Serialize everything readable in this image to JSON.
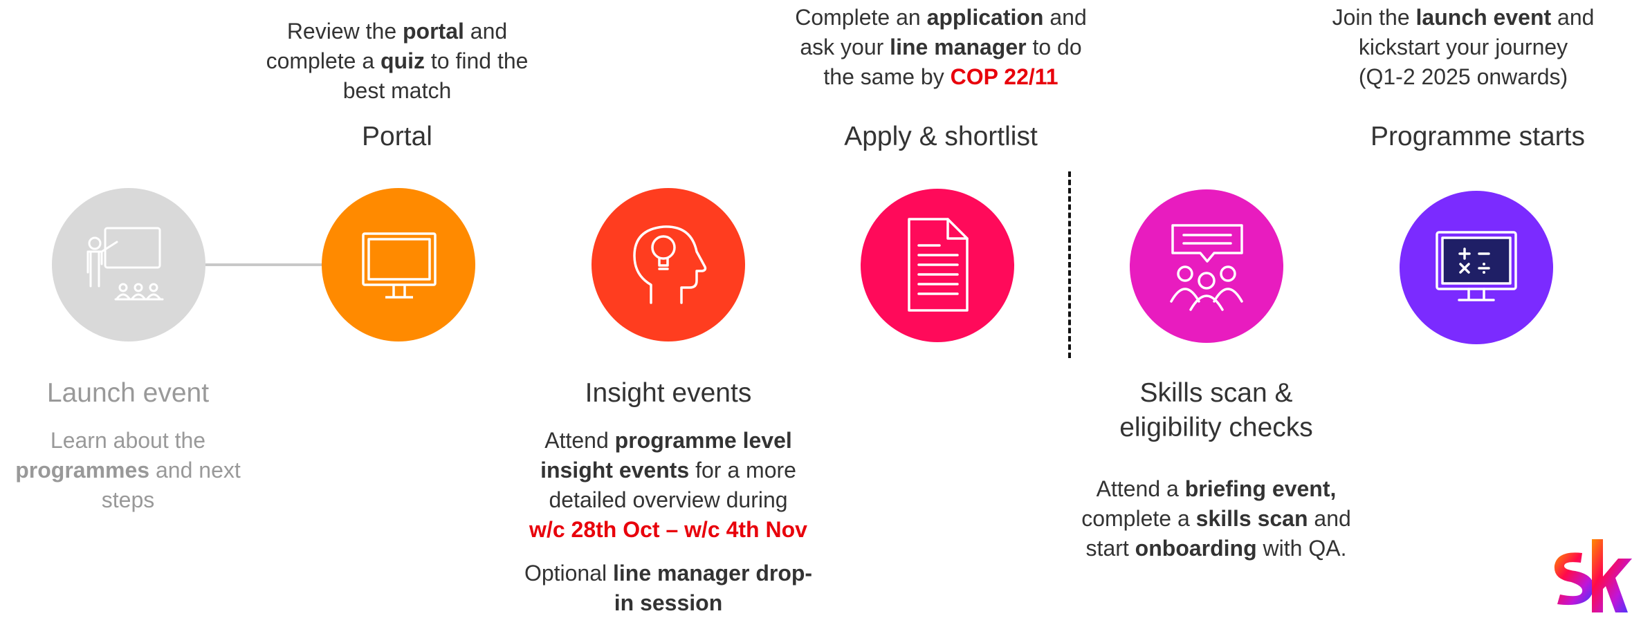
{
  "steps": {
    "launch": {
      "title": "Launch event",
      "desc": [
        "Learn about the",
        [
          "programmes",
          " and next"
        ],
        "steps"
      ],
      "color": "#d9d9d9",
      "icon": "presentation-icon"
    },
    "portal": {
      "title": "Portal",
      "desc": [
        [
          "Review the ",
          "portal",
          " and"
        ],
        [
          "complete a ",
          "quiz",
          " to find the"
        ],
        "best match"
      ],
      "color": "#ff8a00",
      "icon": "monitor-icon"
    },
    "insight": {
      "title": "Insight events",
      "desc_line1": [
        "Attend ",
        "programme level"
      ],
      "desc_line2": [
        "insight events",
        " for a more"
      ],
      "desc_line3": "detailed overview during",
      "desc_line4": "w/c 28th Oct – w/c 4th Nov",
      "optional_line1": [
        "Optional ",
        "line manager drop-"
      ],
      "optional_line2": "in session",
      "color": "#ff3d1f",
      "icon": "lightbulb-head-icon"
    },
    "apply": {
      "title": "Apply & shortlist",
      "desc_line1": [
        "Complete an ",
        "application",
        " and"
      ],
      "desc_line2": [
        "ask your ",
        "line manager",
        " to do"
      ],
      "desc_line3": [
        "the same by ",
        "COP 22/11"
      ],
      "color": "#ff0a5a",
      "icon": "document-icon"
    },
    "skills": {
      "title_line1": "Skills scan &",
      "title_line2": "eligibility checks",
      "desc_line1": [
        "Attend a ",
        "briefing event,"
      ],
      "desc_line2": [
        "complete a ",
        "skills scan",
        " and"
      ],
      "desc_line3": [
        "start ",
        "onboarding",
        " with QA."
      ],
      "color": "#e81cbf",
      "icon": "group-discussion-icon"
    },
    "programme": {
      "title": "Programme starts",
      "desc_line1": [
        "Join the ",
        "launch event",
        " and"
      ],
      "desc_line2": "kickstart your journey",
      "desc_line3": "(Q1-2 2025 onwards)",
      "color": "#7b2bff",
      "icon": "calculator-screen-icon"
    }
  },
  "colors": {
    "accent_red": "#e8000b",
    "text": "#333333",
    "muted": "#999999"
  },
  "brand": {
    "logo_text": "sky",
    "icon": "sky-logo"
  }
}
